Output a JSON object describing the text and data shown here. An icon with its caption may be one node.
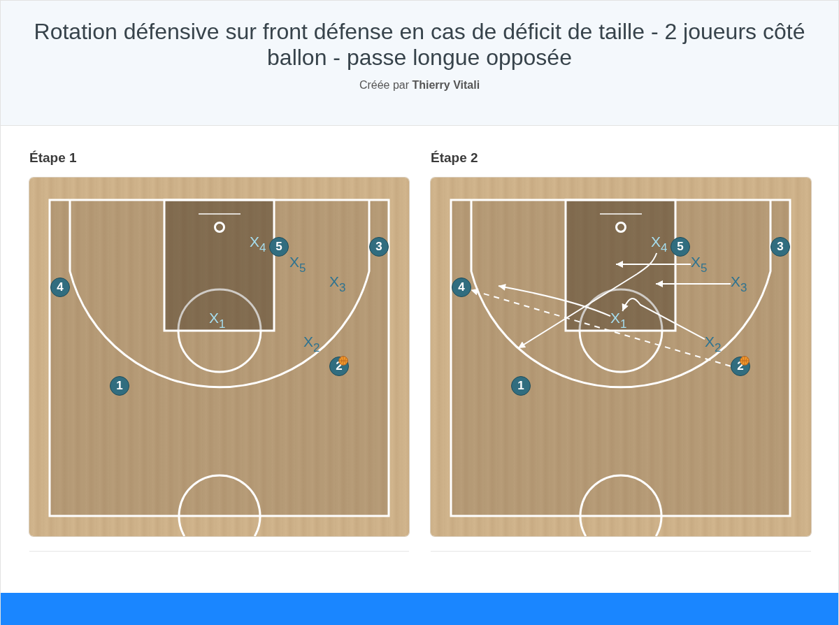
{
  "diagram": {
    "title": "Rotation défensive sur front défense en cas de déficit de taille - 2 joueurs côté ballon - passe longue opposée",
    "nodes": [
      {
        "text": [
          "Étape 1"
        ]
      },
      {
        "text": [
          "X$_{4}$"
        ],
        "in": 0
      },
      {
        "text": [
          "5"
        ],
        "in": 0
      },
      {
        "text": [
          "3"
        ],
        "in": 0
      },
      {
        "text": [
          "X$_{5}$"
        ],
        "in": 0
      },
      {
        "text": [
          "4"
        ],
        "in": 0
      },
      {
        "text": [
          "X$_{3}$"
        ],
        "in": 0
      },
      {
        "text": [
          "X$_{1}$"
        ],
        "in": 0
      },
      {
        "text": [
          "X$_{2}$"
        ],
        "in": 0
      },
      {
        "text": [
          "2"
        ],
        "in": 0
      },
      {
        "text": [
          "1"
        ],
        "in": 0
      },
      {
        "text": [
          "Étape 2"
        ]
      },
      {
        "text": [
          "X$_{4}$"
        ],
        "in": 11
      },
      {
        "text": [
          "5"
        ],
        "in": 11
      },
      {
        "text": [
          "3"
        ],
        "in": 11
      },
      {
        "text": [
          "X$_{5}$"
        ],
        "in": 11
      },
      {
        "text": [
          "4"
        ],
        "in": 11
      },
      {
        "text": [
          "X$_{3}$"
        ],
        "in": 11
      },
      {
        "text": [
          "X$_{1}$"
        ],
        "in": 11
      },
      {
        "text": [
          "X$_{2}$"
        ],
        "in": 11
      },
      {
        "text": [
          "2"
        ],
        "in": 11
      },
      {
        "text": [
          "1"
        ],
        "in": 11
      }
    ],
    "edges": [
      {
        "from": 20,
        "to": 16,
        "arrow": "to",
        "style": "dashed"
      },
      {
        "from": 18,
        "to": null,
        "arrow": "to"
      },
      {
        "from": 12,
        "to": null,
        "arrow": "to"
      },
      {
        "from": 15,
        "to": null,
        "arrow": "to"
      },
      {
        "from": 17,
        "to": null,
        "arrow": "to"
      },
      {
        "from": 19,
        "to": 18,
        "arrow": "to"
      }
    ],
    "labels": [
      "Créée par **Thierry Vitali**"
    ]
  }
}
